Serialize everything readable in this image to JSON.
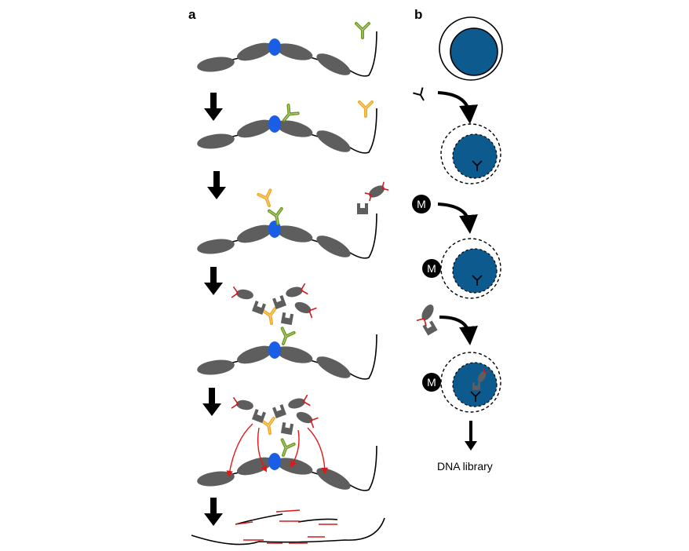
{
  "panel_a": {
    "label": "a"
  },
  "panel_b": {
    "label": "b",
    "output_label": "DNA library",
    "marker_label": "M"
  },
  "colors": {
    "nucleosome": "#5e5e5e",
    "target_protein": "#1a5ee6",
    "primary_antibody": "#6e9a1e",
    "secondary_antibody": "#f0a81e",
    "adapter_dna": "#d31a1a",
    "cut_arrow": "#e01818",
    "nucleus": "#0d5a8e",
    "marker": "#000000"
  },
  "icons": [
    "down-arrow-icon",
    "antibody-icon",
    "enzyme-fusion-icon",
    "curved-arrow-icon"
  ]
}
